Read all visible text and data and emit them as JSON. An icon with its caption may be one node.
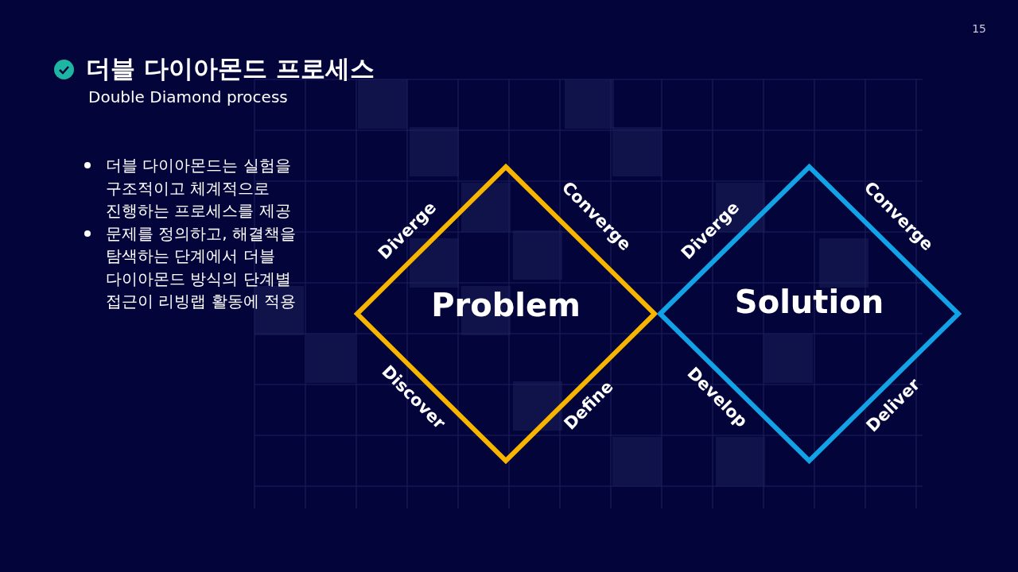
{
  "diagram": {
    "title": "더블 다이아몬드 프로세스",
    "nodes": [
      {
        "text": [
          "Problem"
        ],
        "beside": [
          "Diverge",
          "Converge",
          "Discover",
          "Define"
        ]
      },
      {
        "text": [
          "Solution"
        ],
        "beside": [
          "Diverge",
          "Converge",
          "Develop",
          "Deliver"
        ]
      }
    ],
    "labels": [
      "15",
      "Double Diamond process",
      "더블 다이아몬드는 실험을 구조적이고 체계적으로 진행하는 프로세스를 제공",
      "문제를 정의하고, 해결책을 탐색하는 단계에서 더블 다이아몬드 방식의 단계별 접근이 리빙랩 활동에 적용"
    ]
  }
}
